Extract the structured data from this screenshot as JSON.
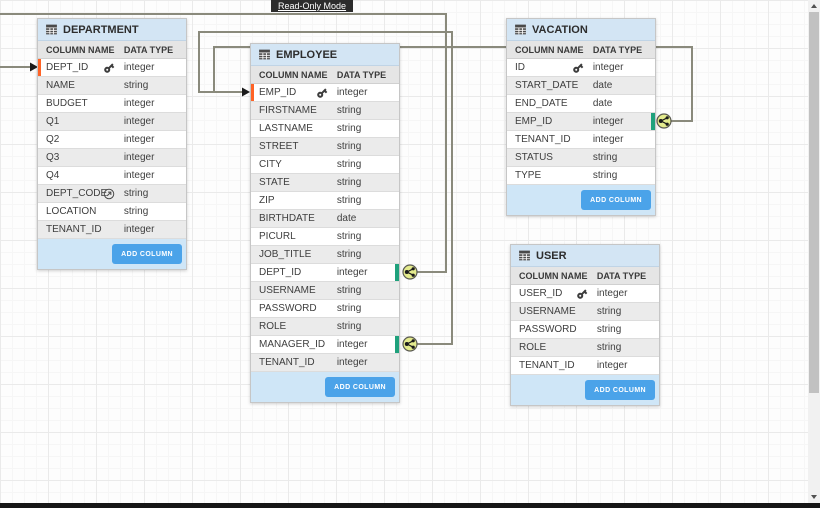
{
  "banner": {
    "label": "Read-Only Mode"
  },
  "column_headers": {
    "name": "COLUMN NAME",
    "type": "DATA TYPE"
  },
  "add_column_label": "ADD COLUMN",
  "tables": [
    {
      "name": "DEPARTMENT",
      "columns": [
        {
          "name": "DEPT_ID",
          "type": "integer",
          "icon": "key",
          "incoming_reference": true
        },
        {
          "name": "NAME",
          "type": "string"
        },
        {
          "name": "BUDGET",
          "type": "integer"
        },
        {
          "name": "Q1",
          "type": "integer"
        },
        {
          "name": "Q2",
          "type": "integer"
        },
        {
          "name": "Q3",
          "type": "integer"
        },
        {
          "name": "Q4",
          "type": "integer"
        },
        {
          "name": "DEPT_CODE",
          "type": "string",
          "icon": "derived"
        },
        {
          "name": "LOCATION",
          "type": "string"
        },
        {
          "name": "TENANT_ID",
          "type": "integer"
        }
      ]
    },
    {
      "name": "EMPLOYEE",
      "columns": [
        {
          "name": "EMP_ID",
          "type": "integer",
          "icon": "key",
          "incoming_reference": true
        },
        {
          "name": "FIRSTNAME",
          "type": "string"
        },
        {
          "name": "LASTNAME",
          "type": "string"
        },
        {
          "name": "STREET",
          "type": "string"
        },
        {
          "name": "CITY",
          "type": "string"
        },
        {
          "name": "STATE",
          "type": "string"
        },
        {
          "name": "ZIP",
          "type": "string"
        },
        {
          "name": "BIRTHDATE",
          "type": "date"
        },
        {
          "name": "PICURL",
          "type": "string"
        },
        {
          "name": "JOB_TITLE",
          "type": "string"
        },
        {
          "name": "DEPT_ID",
          "type": "integer",
          "foreign_key": true
        },
        {
          "name": "USERNAME",
          "type": "string"
        },
        {
          "name": "PASSWORD",
          "type": "string"
        },
        {
          "name": "ROLE",
          "type": "string"
        },
        {
          "name": "MANAGER_ID",
          "type": "integer",
          "foreign_key": true
        },
        {
          "name": "TENANT_ID",
          "type": "integer"
        }
      ]
    },
    {
      "name": "VACATION",
      "columns": [
        {
          "name": "ID",
          "type": "integer",
          "icon": "key"
        },
        {
          "name": "START_DATE",
          "type": "date"
        },
        {
          "name": "END_DATE",
          "type": "date"
        },
        {
          "name": "EMP_ID",
          "type": "integer",
          "foreign_key": true
        },
        {
          "name": "TENANT_ID",
          "type": "integer"
        },
        {
          "name": "STATUS",
          "type": "string"
        },
        {
          "name": "TYPE",
          "type": "string"
        }
      ]
    },
    {
      "name": "USER",
      "columns": [
        {
          "name": "USER_ID",
          "type": "integer",
          "icon": "key"
        },
        {
          "name": "USERNAME",
          "type": "string"
        },
        {
          "name": "PASSWORD",
          "type": "string"
        },
        {
          "name": "ROLE",
          "type": "string"
        },
        {
          "name": "TENANT_ID",
          "type": "integer"
        }
      ]
    }
  ],
  "relationships": [
    {
      "from": "EMPLOYEE.DEPT_ID",
      "to": "DEPARTMENT.DEPT_ID"
    },
    {
      "from": "EMPLOYEE.MANAGER_ID",
      "to": "EMPLOYEE.EMP_ID"
    },
    {
      "from": "VACATION.EMP_ID",
      "to": "EMPLOYEE.EMP_ID"
    }
  ],
  "icons": {
    "table_header": "table-grid-icon",
    "primary_key": "key-icon",
    "derived_column": "circle-arrow-icon",
    "fk_connector": "fork-circle-icon",
    "scroll_up": "triangle-up-icon",
    "scroll_down": "triangle-down-icon"
  },
  "colors": {
    "table_header_bg": "#d3e5f4",
    "table_footer_bg": "#cfe6f7",
    "add_column_button": "#4ba3e9",
    "pk_marker": "#ff6326",
    "fk_marker": "#1fa17c",
    "wire": "#8a8a7c",
    "connector_fill": "#e4eb8d",
    "banner_bg": "#2c2c2c"
  }
}
